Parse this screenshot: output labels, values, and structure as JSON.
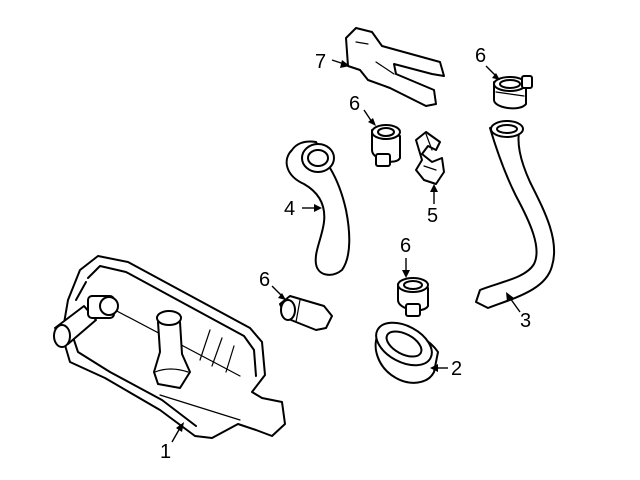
{
  "callouts": [
    {
      "id": "c1",
      "label": "1"
    },
    {
      "id": "c2",
      "label": "2"
    },
    {
      "id": "c3",
      "label": "3"
    },
    {
      "id": "c4",
      "label": "4"
    },
    {
      "id": "c5",
      "label": "5"
    },
    {
      "id": "c6a",
      "label": "6"
    },
    {
      "id": "c6b",
      "label": "6"
    },
    {
      "id": "c6c",
      "label": "6"
    },
    {
      "id": "c6d",
      "label": "6"
    },
    {
      "id": "c7",
      "label": "7"
    }
  ],
  "colors": {
    "line": "#000000",
    "background": "#ffffff"
  }
}
